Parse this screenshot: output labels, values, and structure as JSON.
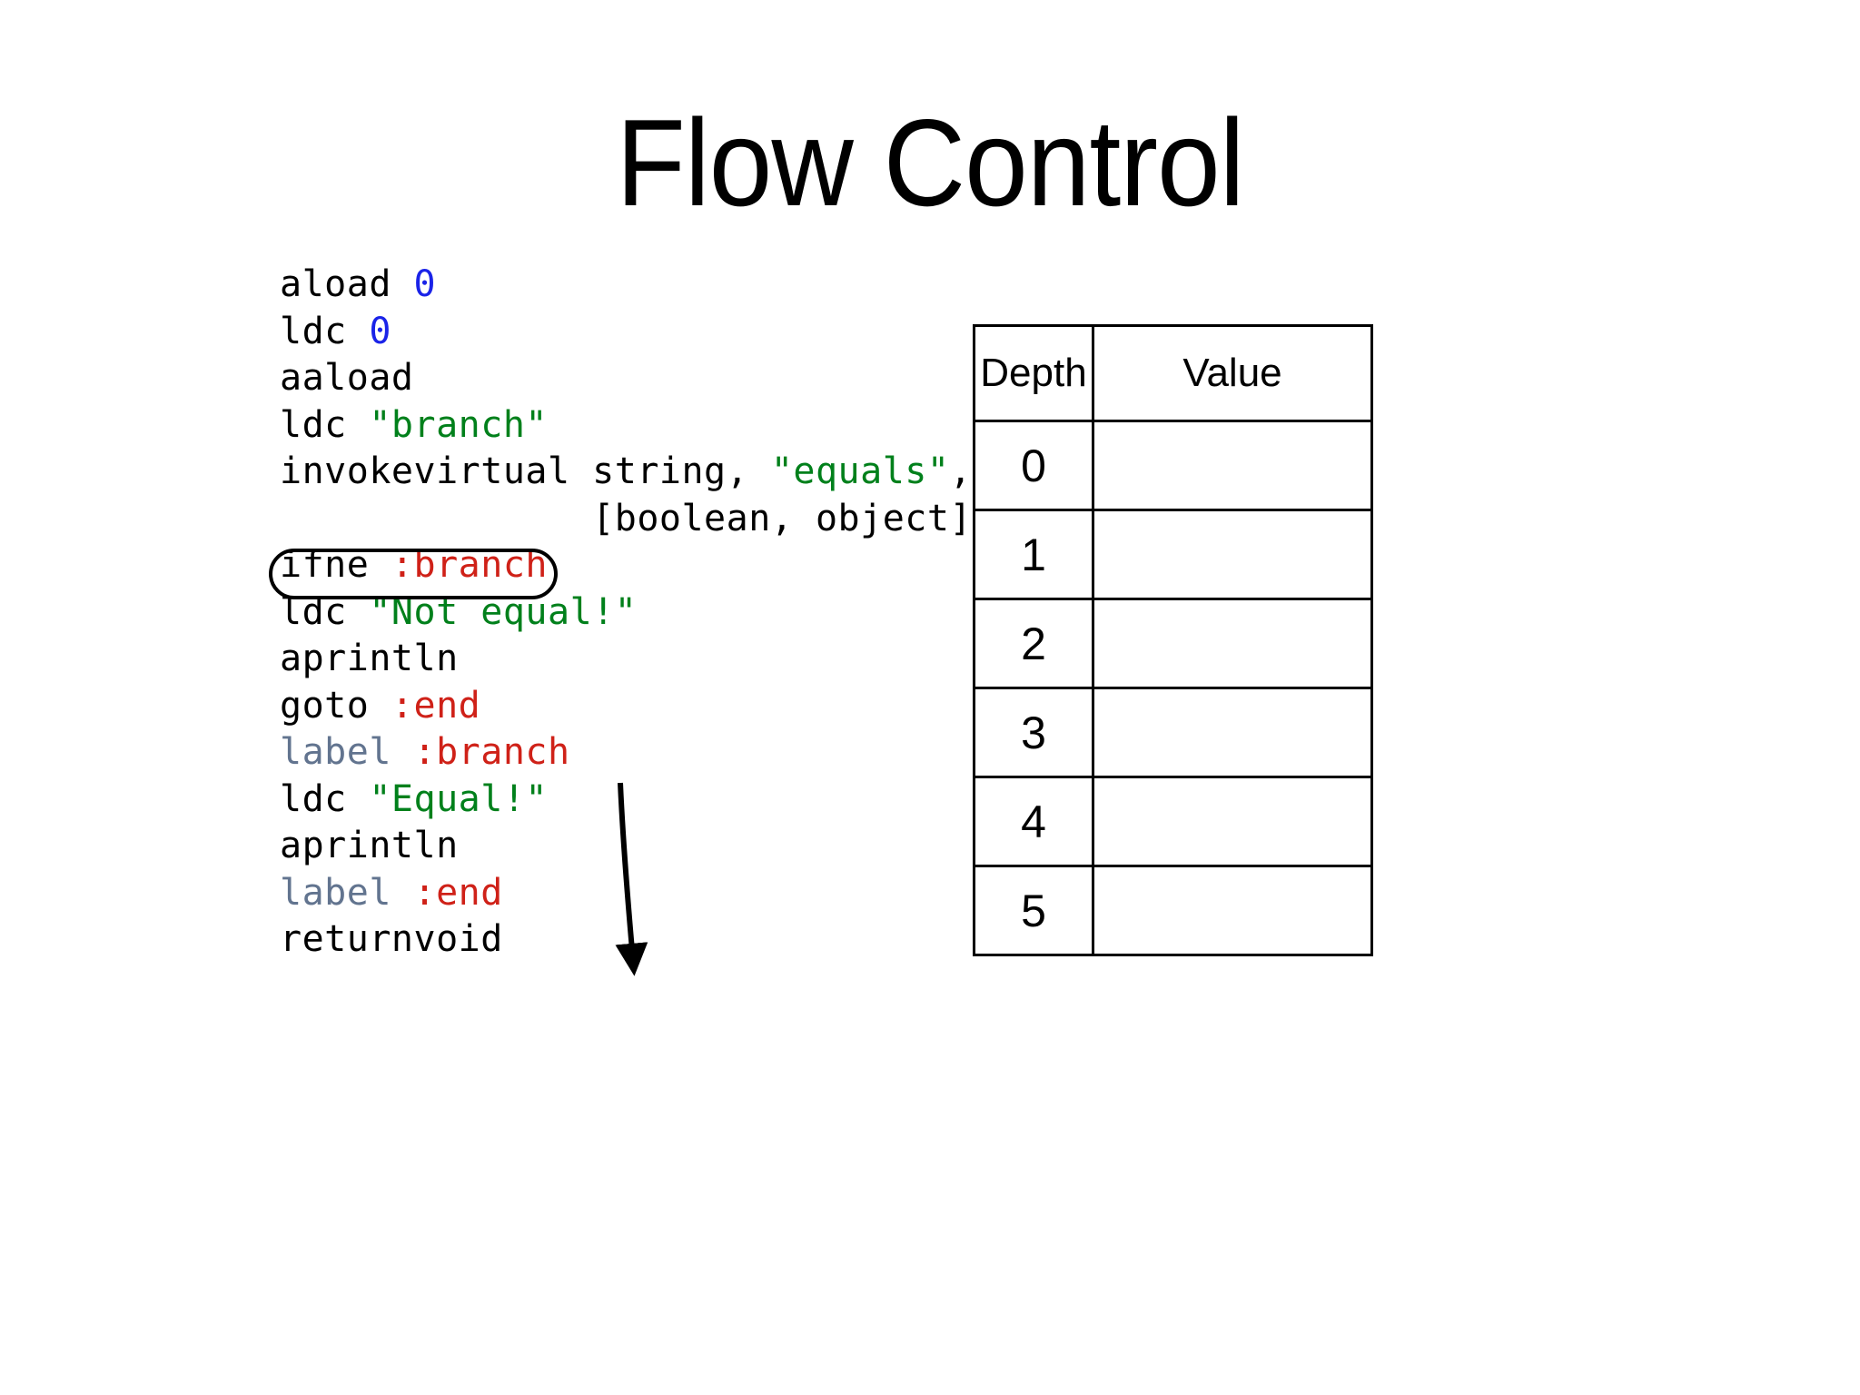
{
  "slide": {
    "title": "Flow Control",
    "background_color": "#ffffff"
  },
  "colors": {
    "text": "#000000",
    "number_literal": "#1a23e8",
    "string_literal": "#00801b",
    "label_reference": "#cf2118",
    "keyword": "#62748f",
    "rule": "#000000"
  },
  "code": {
    "language": "jvm-assembly",
    "lines": [
      {
        "id": "line-aload",
        "tokens": [
          {
            "text": "aload ",
            "kind": "plain"
          },
          {
            "text": "0",
            "kind": "num"
          }
        ]
      },
      {
        "id": "line-ldc-0",
        "tokens": [
          {
            "text": "ldc ",
            "kind": "plain"
          },
          {
            "text": "0",
            "kind": "num"
          }
        ]
      },
      {
        "id": "line-aaload",
        "tokens": [
          {
            "text": "aaload",
            "kind": "plain"
          }
        ]
      },
      {
        "id": "line-ldc-branch",
        "tokens": [
          {
            "text": "ldc ",
            "kind": "plain"
          },
          {
            "text": "\"branch\"",
            "kind": "str"
          }
        ]
      },
      {
        "id": "line-invokevirtual",
        "tokens": [
          {
            "text": "invokevirtual string, ",
            "kind": "plain"
          },
          {
            "text": "\"equals\"",
            "kind": "str"
          },
          {
            "text": ",",
            "kind": "plain"
          }
        ]
      },
      {
        "id": "line-signature",
        "tokens": [
          {
            "text": "              [boolean, object]",
            "kind": "plain"
          }
        ]
      },
      {
        "id": "line-ifne",
        "highlighted": true,
        "tokens": [
          {
            "text": "ifne ",
            "kind": "plain"
          },
          {
            "text": ":branch",
            "kind": "lbl"
          }
        ]
      },
      {
        "id": "line-ldc-not-equal",
        "tokens": [
          {
            "text": "ldc ",
            "kind": "plain"
          },
          {
            "text": "\"Not equal!\"",
            "kind": "str"
          }
        ]
      },
      {
        "id": "line-aprintln-1",
        "tokens": [
          {
            "text": "aprintln",
            "kind": "plain"
          }
        ]
      },
      {
        "id": "line-goto-end",
        "tokens": [
          {
            "text": "goto ",
            "kind": "plain"
          },
          {
            "text": ":end",
            "kind": "lbl"
          }
        ]
      },
      {
        "id": "line-label-branch",
        "tokens": [
          {
            "text": "label",
            "kind": "kw"
          },
          {
            "text": " ",
            "kind": "plain"
          },
          {
            "text": ":branch",
            "kind": "lbl"
          }
        ]
      },
      {
        "id": "line-ldc-equal",
        "tokens": [
          {
            "text": "ldc ",
            "kind": "plain"
          },
          {
            "text": "\"Equal!\"",
            "kind": "str"
          }
        ]
      },
      {
        "id": "line-aprintln-2",
        "tokens": [
          {
            "text": "aprintln",
            "kind": "plain"
          }
        ]
      },
      {
        "id": "line-label-end",
        "tokens": [
          {
            "text": "label",
            "kind": "kw"
          },
          {
            "text": " ",
            "kind": "plain"
          },
          {
            "text": ":end",
            "kind": "lbl"
          }
        ]
      },
      {
        "id": "line-returnvoid",
        "tokens": [
          {
            "text": "returnvoid",
            "kind": "plain"
          }
        ]
      }
    ]
  },
  "annotation": {
    "highlight_shape": "rounded-rectangle",
    "highlight_target": "ifne :branch",
    "arrow_from": "ifne :branch",
    "arrow_to": "label :branch"
  },
  "stack_table": {
    "headers": [
      "Depth",
      "Value"
    ],
    "rows": [
      {
        "depth": "0",
        "value": ""
      },
      {
        "depth": "1",
        "value": ""
      },
      {
        "depth": "2",
        "value": ""
      },
      {
        "depth": "3",
        "value": ""
      },
      {
        "depth": "4",
        "value": ""
      },
      {
        "depth": "5",
        "value": ""
      }
    ]
  }
}
